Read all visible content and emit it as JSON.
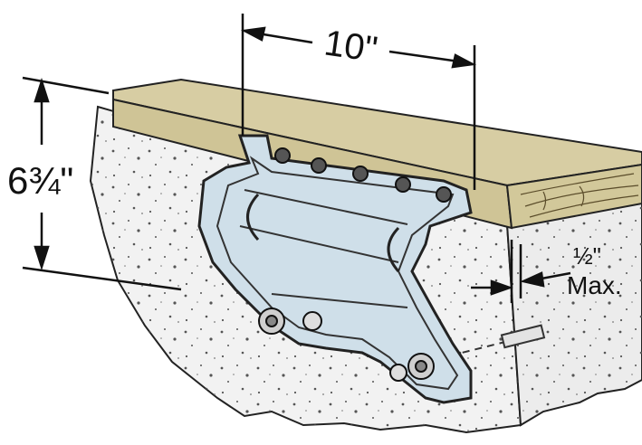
{
  "diagram": {
    "dimensions": {
      "width_label": "10\"",
      "height_label": "6¾\"",
      "offset_top": "½\"",
      "offset_bottom": "Max."
    },
    "colors": {
      "wood": "#d3c89d",
      "wood_edge": "#b9ad7f",
      "concrete": "#f3f3f3",
      "connector": "#cfdde8",
      "connector_stroke": "#333333",
      "line": "#111111"
    }
  }
}
